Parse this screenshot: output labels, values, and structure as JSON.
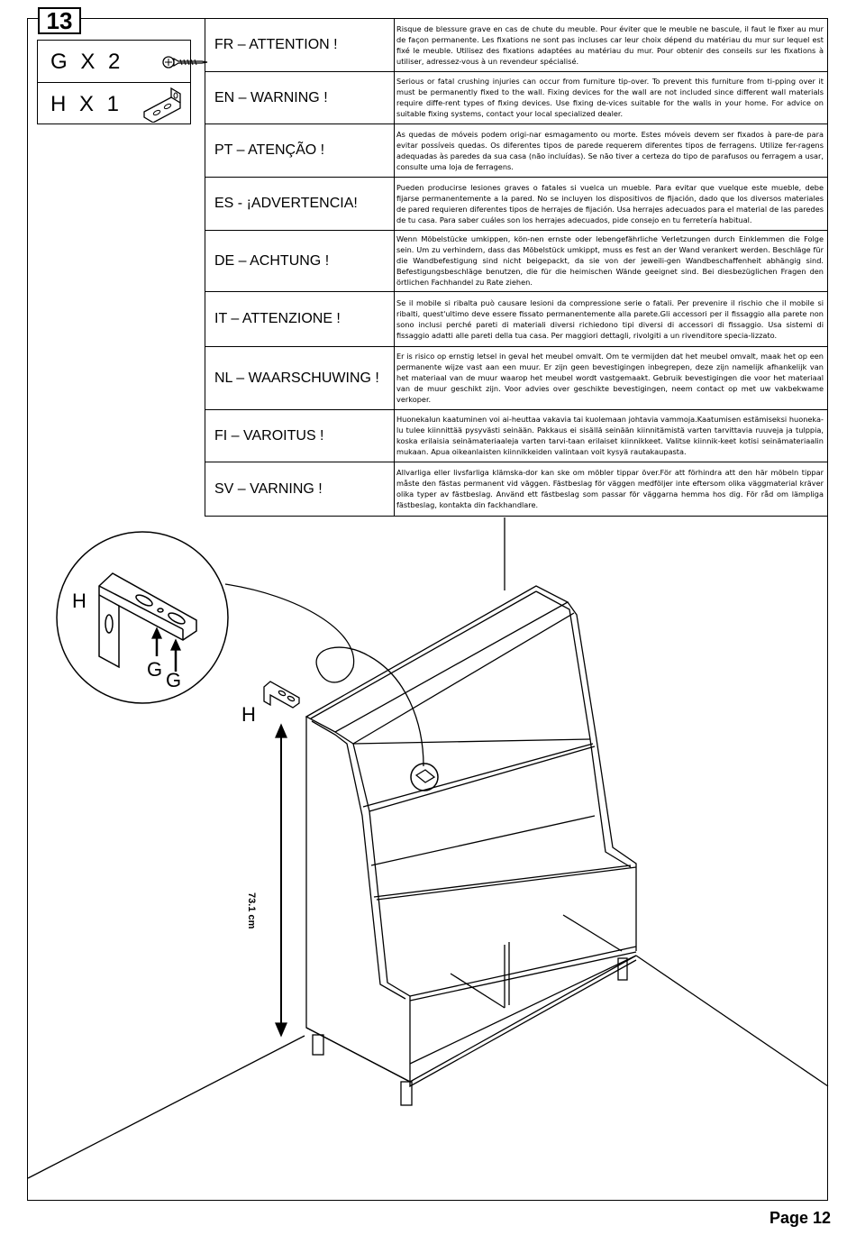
{
  "step_number": "13",
  "parts": [
    {
      "label": "G X 2",
      "icon": "screw-icon"
    },
    {
      "label": "H X 1",
      "icon": "l-bracket-icon"
    }
  ],
  "warnings": [
    {
      "lang": "FR – ATTENTION !",
      "text": "Risque de blessure grave en cas de chute du meuble. Pour éviter que le meuble ne bascule, il faut le fixer au mur de façon permanente. Les fixations ne sont pas incluses car leur choix dépend du matériau du mur sur lequel est fixé le meuble. Utilisez des fixations adaptées au matériau du mur. Pour obtenir des conseils sur les fixations à utiliser, adressez-vous à un revendeur spécialisé."
    },
    {
      "lang": "EN – WARNING !",
      "text": "Serious or fatal crushing injuries can occur from furniture tip-over. To prevent this furniture from ti-pping over it must be permanently fixed to the wall. Fixing devices for the wall are not included since different wall materials require diffe-rent types of fixing devices. Use fixing de-vices suitable for the walls in your home. For advice on suitable fixing systems, contact your local specialized dealer."
    },
    {
      "lang": "PT – ATENÇÃO !",
      "text": "As quedas de móveis podem origi-nar esmagamento ou morte. Estes móveis devem ser fixados à pare-de para evitar possíveis quedas. Os diferentes tipos de parede requerem diferentes tipos de ferragens. Utilize fer-ragens adequadas às paredes da sua casa (não incluídas). Se não tiver a certeza do tipo de parafusos ou ferragem a usar, consulte uma loja de ferragens."
    },
    {
      "lang": "ES - ¡ADVERTENCIA!",
      "text": "Pueden producirse lesiones graves o fatales si vuelca un mueble. Para evitar que vuelque este mueble, debe fijarse permanentemente a la pared. No se incluyen los dispositivos de fijación, dado que los diversos materiales de pared requieren diferentes tipos de herrajes de fijación. Usa herrajes adecuados para el material de las paredes de tu casa. Para saber cuáles son los herrajes adecuados, pide consejo en tu ferretería habitual."
    },
    {
      "lang": "DE – ACHTUNG !",
      "text": "Wenn Möbelstücke umkippen, kön-nen ernste oder lebengefährliche Verletzungen durch Einklemmen die Folge sein. Um zu verhindern, dass das Möbelstück umkippt, muss es fest an der Wand verankert werden. Beschläge für die Wandbefestigung sind nicht beigepackt, da sie von der jeweili-gen Wandbeschaffenheit abhängig sind. Befestigungsbeschläge benutzen, die für die heimischen Wände geeignet sind. Bei diesbezüglichen Fragen den örtlichen Fachhandel zu Rate ziehen."
    },
    {
      "lang": "IT – ATTENZIONE !",
      "text": "Se il mobile si ribalta può causare lesioni da compressione serie o fatali. Per prevenire il rischio che il mobile si ribalti, quest'ultimo deve essere fissato permanentemente alla parete.Gli accessori per il fissaggio alla parete non sono inclusi perché pareti di materiali diversi richiedono tipi diversi di accessori di fissaggio. Usa sistemi di fissaggio adatti alle pareti della tua casa. Per maggiori dettagli, rivolgiti a un rivenditore specia-lizzato."
    },
    {
      "lang": "NL – WAARSCHUWING !",
      "text": "Er is risico op ernstig letsel in geval het meubel omvalt. Om te vermijden dat het meubel omvalt, maak het op een permanente wijze vast aan een muur. Er zijn geen bevestigingen inbegrepen, deze zijn namelijk afhankelijk van het materiaal van de muur waarop het meubel wordt vastgemaakt. Gebruik bevestigingen die voor het materiaal van de muur geschikt zijn. Voor advies over geschikte bevestigingen, neem contact op met uw vakbekwame verkoper."
    },
    {
      "lang": "FI – VAROITUS !",
      "text": "Huonekalun kaatuminen voi ai-heuttaa vakavia tai kuolemaan johtavia vammoja.Kaatumisen estämiseksi huoneka-lu tulee kiinnittää pysyvästi seinään. Pakkaus ei sisällä seinään kiinnitämistä varten tarvittavia ruuveja ja tulppia, koska erilaisia seinämateriaaleja varten tarvi-taan erilaiset kiinnikkeet. Valitse kiinnik-keet kotisi seinämateriaalin mukaan. Apua oikeanlaisten kiinnikkeiden valintaan voit kysyä rautakaupasta."
    },
    {
      "lang": "SV – VARNING !",
      "text": "Allvarliga eller livsfarliga klämska-dor kan ske om möbler tippar över.För att förhindra att den här möbeln tippar måste den fästas permanent vid väggen. Fästbeslag för väggen medföljer inte eftersom olika väggmaterial kräver olika typer av fästbeslag. Använd ett fästbeslag som passar för väggarna hemma hos dig. För råd om lämpliga fästbeslag, kontakta din fackhandlare."
    }
  ],
  "diagram": {
    "detail_label_h": "H",
    "detail_label_g1": "G",
    "detail_label_g2": "G",
    "bracket_label_h": "H",
    "height_measure": "73.1 cm"
  },
  "page_label": "Page 12"
}
